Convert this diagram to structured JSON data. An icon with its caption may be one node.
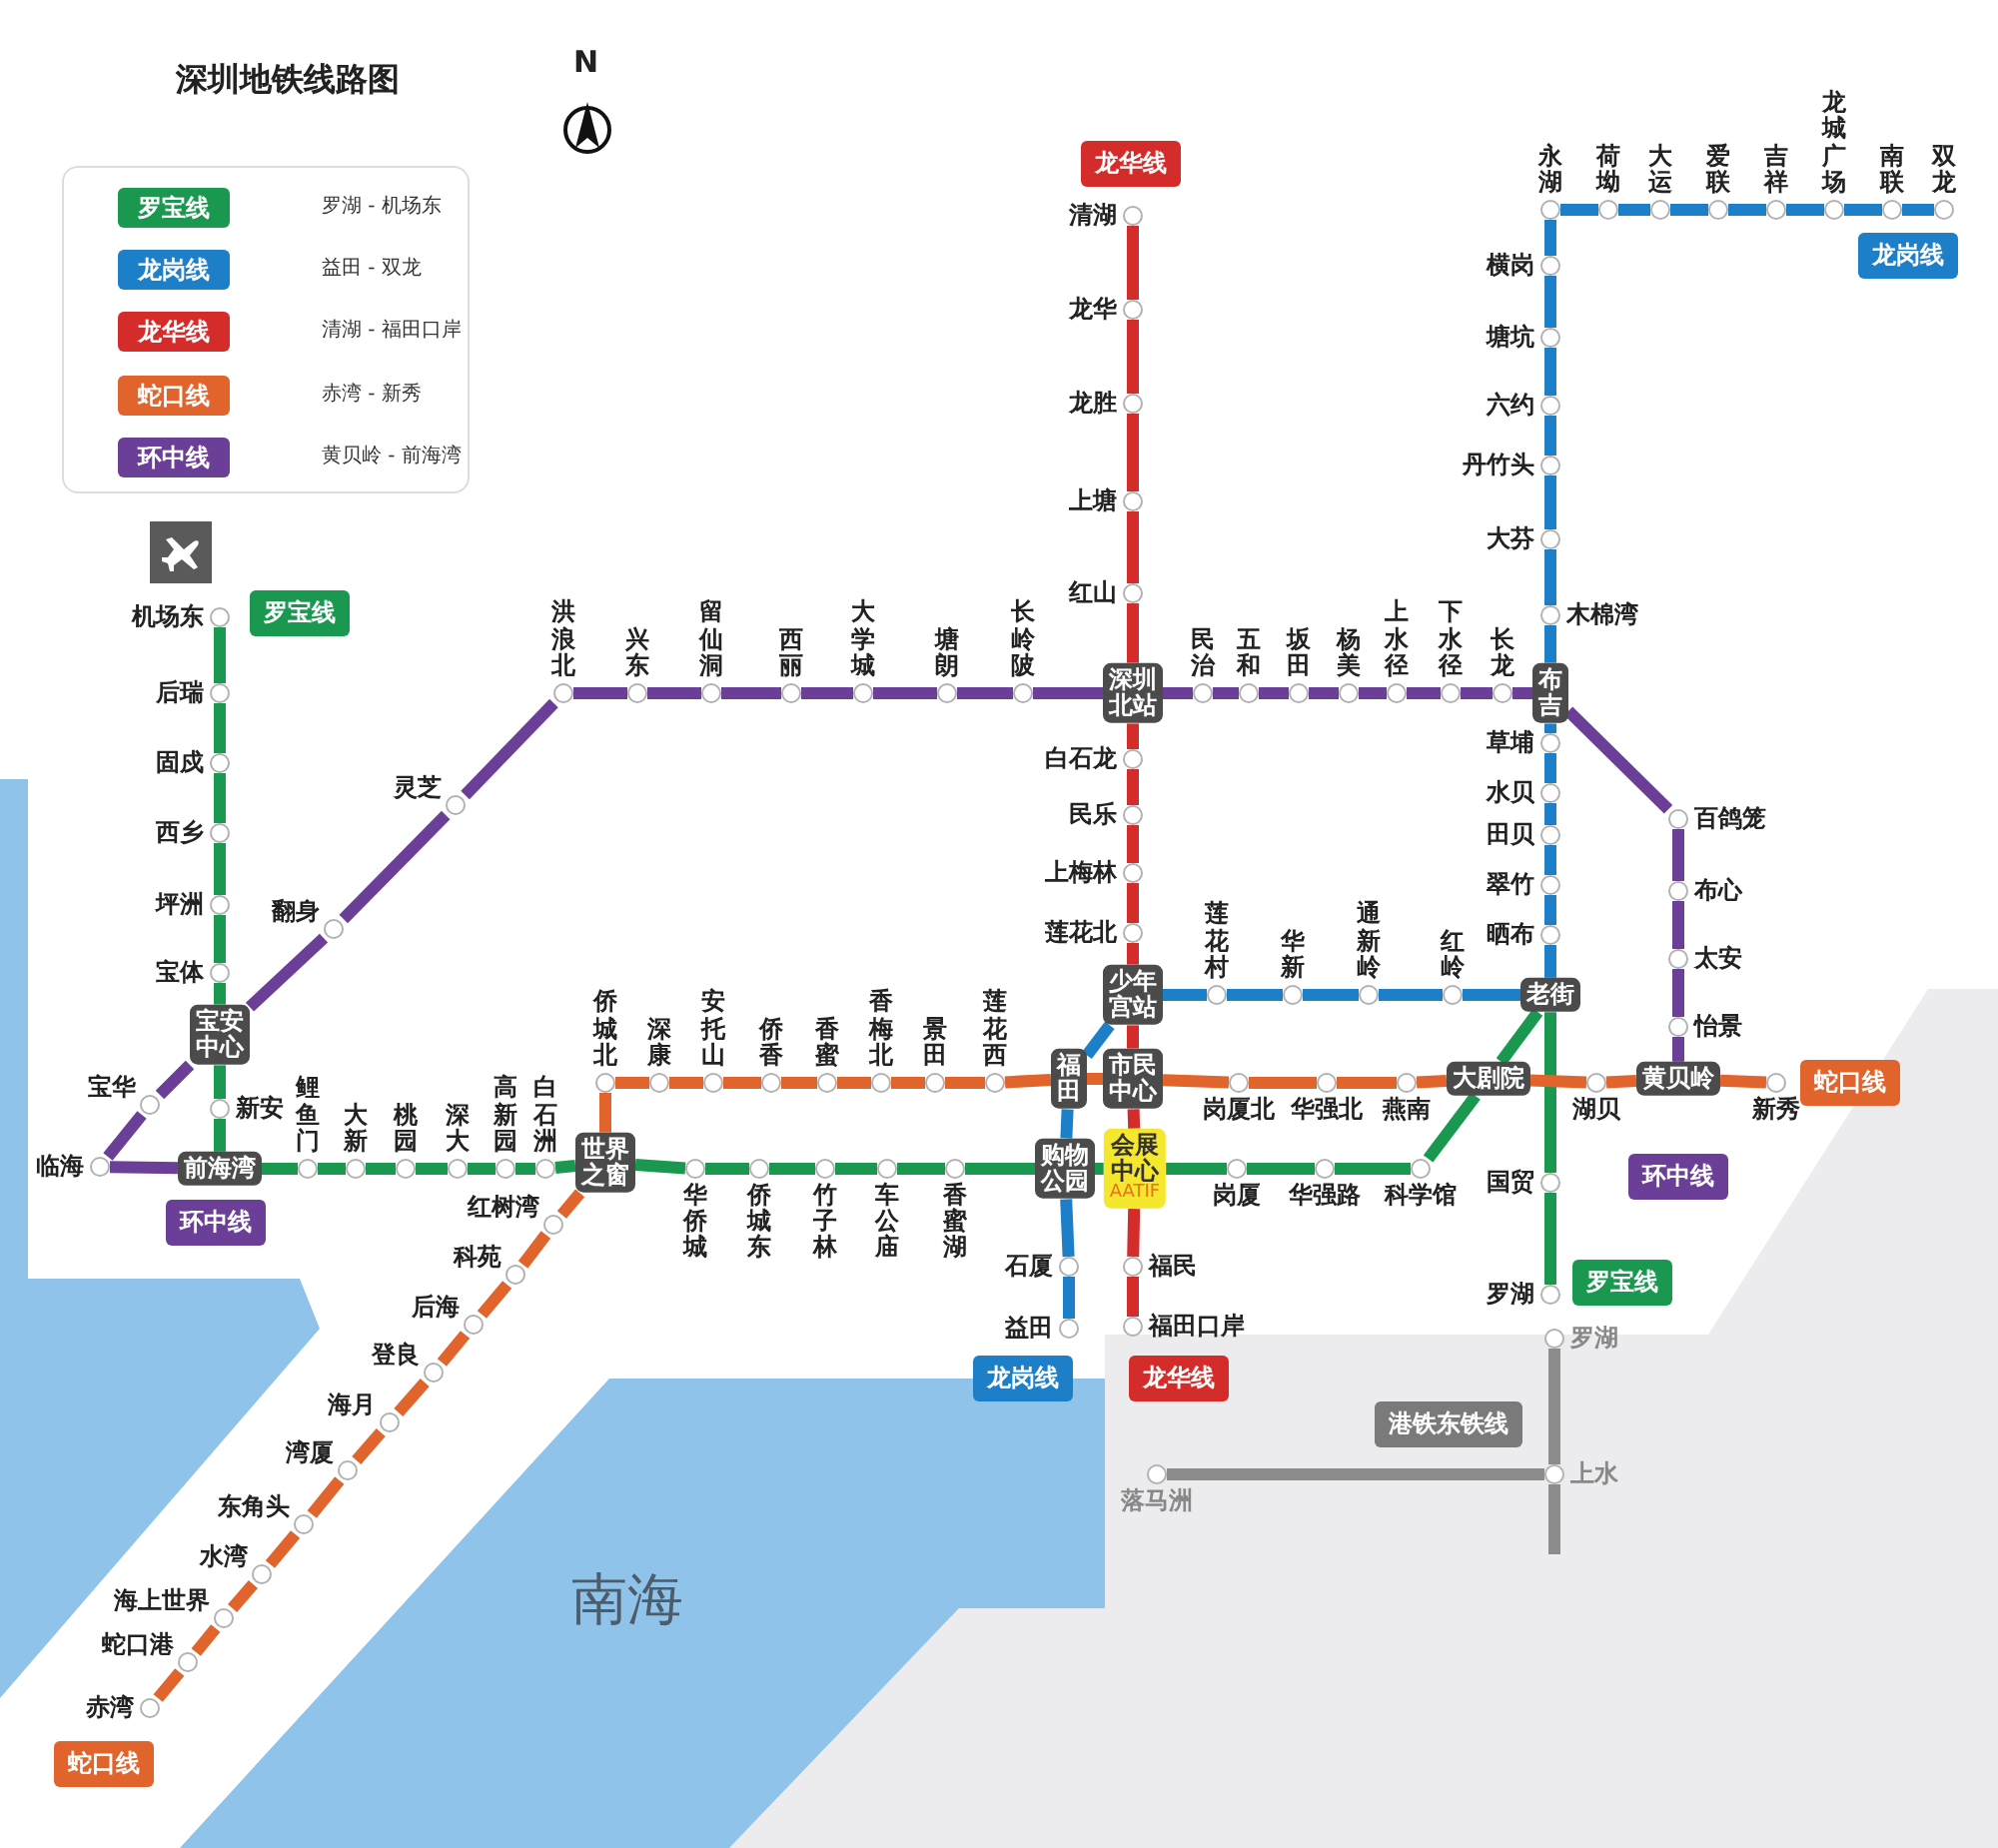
{
  "diagram": {
    "title": "深圳地铁线路图",
    "nodes": [
      {
        "text": [
          "机场东"
        ]
      },
      {
        "text": [
          "后瑞"
        ]
      },
      {
        "text": [
          "固戍"
        ]
      },
      {
        "text": [
          "西乡"
        ]
      },
      {
        "text": [
          "坪洲"
        ]
      },
      {
        "text": [
          "宝体"
        ]
      },
      {
        "text": [
          "宝安中心"
        ]
      },
      {
        "text": [
          "新安"
        ]
      },
      {
        "text": [
          "前海湾"
        ]
      },
      {
        "text": [
          "鲤鱼门"
        ]
      },
      {
        "text": [
          "大新"
        ]
      },
      {
        "text": [
          "桃园"
        ]
      },
      {
        "text": [
          "深大"
        ]
      },
      {
        "text": [
          "高新园"
        ]
      },
      {
        "text": [
          "白石洲"
        ]
      },
      {
        "text": [
          "世界之窗"
        ]
      },
      {
        "text": [
          "华侨城"
        ]
      },
      {
        "text": [
          "侨城东"
        ]
      },
      {
        "text": [
          "竹子林"
        ]
      },
      {
        "text": [
          "车公庙"
        ]
      },
      {
        "text": [
          "香蜜湖"
        ]
      },
      {
        "text": [
          "购物公园"
        ]
      },
      {
        "text": [
          "会展中心",
          "AATIF"
        ]
      },
      {
        "text": [
          "岗厦"
        ]
      },
      {
        "text": [
          "华强路"
        ]
      },
      {
        "text": [
          "科学馆"
        ]
      },
      {
        "text": [
          "大剧院"
        ]
      },
      {
        "text": [
          "老街"
        ]
      },
      {
        "text": [
          "国贸"
        ]
      },
      {
        "text": [
          "罗湖"
        ]
      },
      {
        "text": [
          "永湖"
        ]
      },
      {
        "text": [
          "荷坳"
        ]
      },
      {
        "text": [
          "大运"
        ]
      },
      {
        "text": [
          "爱联"
        ]
      },
      {
        "text": [
          "吉祥"
        ]
      },
      {
        "text": [
          "龙城广场"
        ]
      },
      {
        "text": [
          "南联"
        ]
      },
      {
        "text": [
          "双龙"
        ]
      },
      {
        "text": [
          "横岗"
        ]
      },
      {
        "text": [
          "塘坑"
        ]
      },
      {
        "text": [
          "六约"
        ]
      },
      {
        "text": [
          "丹竹头"
        ]
      },
      {
        "text": [
          "大芬"
        ]
      },
      {
        "text": [
          "木棉湾"
        ]
      },
      {
        "text": [
          "布吉"
        ]
      },
      {
        "text": [
          "草埔"
        ]
      },
      {
        "text": [
          "水贝"
        ]
      },
      {
        "text": [
          "田贝"
        ]
      },
      {
        "text": [
          "翠竹"
        ]
      },
      {
        "text": [
          "晒布"
        ]
      },
      {
        "text": [
          "红岭"
        ]
      },
      {
        "text": [
          "通新岭"
        ]
      },
      {
        "text": [
          "华新"
        ]
      },
      {
        "text": [
          "莲花村"
        ]
      },
      {
        "text": [
          "少年宫站"
        ]
      },
      {
        "text": [
          "福田"
        ]
      },
      {
        "text": [
          "石厦"
        ]
      },
      {
        "text": [
          "益田"
        ]
      },
      {
        "text": [
          "清湖"
        ]
      },
      {
        "text": [
          "龙华"
        ]
      },
      {
        "text": [
          "龙胜"
        ]
      },
      {
        "text": [
          "上塘"
        ]
      },
      {
        "text": [
          "红山"
        ]
      },
      {
        "text": [
          "深圳北站"
        ]
      },
      {
        "text": [
          "白石龙"
        ]
      },
      {
        "text": [
          "民乐"
        ]
      },
      {
        "text": [
          "上梅林"
        ]
      },
      {
        "text": [
          "莲花北"
        ]
      },
      {
        "text": [
          "市民中心"
        ]
      },
      {
        "text": [
          "福民"
        ]
      },
      {
        "text": [
          "福田口岸"
        ]
      },
      {
        "text": [
          "赤湾"
        ]
      },
      {
        "text": [
          "蛇口港"
        ]
      },
      {
        "text": [
          "海上世界"
        ]
      },
      {
        "text": [
          "水湾"
        ]
      },
      {
        "text": [
          "东角头"
        ]
      },
      {
        "text": [
          "湾厦"
        ]
      },
      {
        "text": [
          "海月"
        ]
      },
      {
        "text": [
          "登良"
        ]
      },
      {
        "text": [
          "后海"
        ]
      },
      {
        "text": [
          "科苑"
        ]
      },
      {
        "text": [
          "红树湾"
        ]
      },
      {
        "text": [
          "侨城北"
        ]
      },
      {
        "text": [
          "深康"
        ]
      },
      {
        "text": [
          "安托山"
        ]
      },
      {
        "text": [
          "侨香"
        ]
      },
      {
        "text": [
          "香蜜"
        ]
      },
      {
        "text": [
          "香梅北"
        ]
      },
      {
        "text": [
          "景田"
        ]
      },
      {
        "text": [
          "莲花西"
        ]
      },
      {
        "text": [
          "岗厦北"
        ]
      },
      {
        "text": [
          "华强北"
        ]
      },
      {
        "text": [
          "燕南"
        ]
      },
      {
        "text": [
          "湖贝"
        ]
      },
      {
        "text": [
          "黄贝岭"
        ]
      },
      {
        "text": [
          "新秀"
        ]
      },
      {
        "text": [
          "临海"
        ]
      },
      {
        "text": [
          "宝华"
        ]
      },
      {
        "text": [
          "翻身"
        ]
      },
      {
        "text": [
          "灵芝"
        ]
      },
      {
        "text": [
          "洪浪北"
        ]
      },
      {
        "text": [
          "兴东"
        ]
      },
      {
        "text": [
          "留仙洞"
        ]
      },
      {
        "text": [
          "西丽"
        ]
      },
      {
        "text": [
          "大学城"
        ]
      },
      {
        "text": [
          "塘朗"
        ]
      },
      {
        "text": [
          "长岭陂"
        ]
      },
      {
        "text": [
          "民治"
        ]
      },
      {
        "text": [
          "五和"
        ]
      },
      {
        "text": [
          "坂田"
        ]
      },
      {
        "text": [
          "杨美"
        ]
      },
      {
        "text": [
          "上水径"
        ]
      },
      {
        "text": [
          "下水径"
        ]
      },
      {
        "text": [
          "长龙"
        ]
      },
      {
        "text": [
          "百鸽笼"
        ]
      },
      {
        "text": [
          "布心"
        ]
      },
      {
        "text": [
          "太安"
        ]
      },
      {
        "text": [
          "怡景"
        ]
      },
      {
        "text": [
          "罗湖"
        ]
      },
      {
        "text": [
          "上水"
        ]
      },
      {
        "text": [
          "落马洲"
        ]
      },
      {
        "text": [
          "罗宝线"
        ]
      },
      {
        "text": [
          "环中线"
        ]
      },
      {
        "text": [
          "蛇口线"
        ]
      },
      {
        "text": [
          "龙华线"
        ]
      },
      {
        "text": [
          "龙岗线"
        ]
      },
      {
        "text": [
          "龙岗线"
        ]
      },
      {
        "text": [
          "龙华线"
        ]
      },
      {
        "text": [
          "港铁东铁线"
        ]
      },
      {
        "text": [
          "罗宝线"
        ]
      },
      {
        "text": [
          "环中线"
        ]
      },
      {
        "text": [
          "蛇口线"
        ]
      }
    ],
    "edges": [
      {
        "from": 0,
        "to": 1,
        "arrow": "none",
        "color": "#1a9850"
      },
      {
        "from": 1,
        "to": 2,
        "arrow": "none",
        "color": "#1a9850"
      },
      {
        "from": 2,
        "to": 3,
        "arrow": "none",
        "color": "#1a9850"
      },
      {
        "from": 3,
        "to": 4,
        "arrow": "none",
        "color": "#1a9850"
      },
      {
        "from": 4,
        "to": 5,
        "arrow": "none",
        "color": "#1a9850"
      },
      {
        "from": 5,
        "to": 6,
        "arrow": "none",
        "color": "#1a9850"
      },
      {
        "from": 6,
        "to": 7,
        "arrow": "none",
        "color": "#1a9850"
      },
      {
        "from": 7,
        "to": 8,
        "arrow": "none",
        "color": "#1a9850"
      },
      {
        "from": 8,
        "to": 9,
        "arrow": "none",
        "color": "#1a9850"
      },
      {
        "from": 9,
        "to": 10,
        "arrow": "none",
        "color": "#1a9850"
      },
      {
        "from": 10,
        "to": 11,
        "arrow": "none",
        "color": "#1a9850"
      },
      {
        "from": 11,
        "to": 12,
        "arrow": "none",
        "color": "#1a9850"
      },
      {
        "from": 12,
        "to": 13,
        "arrow": "none",
        "color": "#1a9850"
      },
      {
        "from": 13,
        "to": 14,
        "arrow": "none",
        "color": "#1a9850"
      },
      {
        "from": 14,
        "to": 15,
        "arrow": "none",
        "color": "#1a9850"
      },
      {
        "from": 15,
        "to": 16,
        "arrow": "none",
        "color": "#1a9850"
      },
      {
        "from": 16,
        "to": 17,
        "arrow": "none",
        "color": "#1a9850"
      },
      {
        "from": 17,
        "to": 18,
        "arrow": "none",
        "color": "#1a9850"
      },
      {
        "from": 18,
        "to": 19,
        "arrow": "none",
        "color": "#1a9850"
      },
      {
        "from": 19,
        "to": 20,
        "arrow": "none",
        "color": "#1a9850"
      },
      {
        "from": 20,
        "to": 21,
        "arrow": "none",
        "color": "#1a9850"
      },
      {
        "from": 21,
        "to": 22,
        "arrow": "none",
        "color": "#1a9850"
      },
      {
        "from": 22,
        "to": 23,
        "arrow": "none",
        "color": "#1a9850"
      },
      {
        "from": 23,
        "to": 24,
        "arrow": "none",
        "color": "#1a9850"
      },
      {
        "from": 24,
        "to": 25,
        "arrow": "none",
        "color": "#1a9850"
      },
      {
        "from": 25,
        "to": 26,
        "arrow": "none",
        "color": "#1a9850"
      },
      {
        "from": 26,
        "to": 27,
        "arrow": "none",
        "color": "#1a9850"
      },
      {
        "from": 27,
        "to": 28,
        "arrow": "none",
        "color": "#1a9850"
      },
      {
        "from": 28,
        "to": 29,
        "arrow": "none",
        "color": "#1a9850"
      },
      {
        "from": 37,
        "to": 36,
        "arrow": "none",
        "color": "#1e7fc9"
      },
      {
        "from": 36,
        "to": 35,
        "arrow": "none",
        "color": "#1e7fc9"
      },
      {
        "from": 35,
        "to": 34,
        "arrow": "none",
        "color": "#1e7fc9"
      },
      {
        "from": 34,
        "to": 33,
        "arrow": "none",
        "color": "#1e7fc9"
      },
      {
        "from": 33,
        "to": 32,
        "arrow": "none",
        "color": "#1e7fc9"
      },
      {
        "from": 32,
        "to": 31,
        "arrow": "none",
        "color": "#1e7fc9"
      },
      {
        "from": 31,
        "to": 30,
        "arrow": "none",
        "color": "#1e7fc9"
      },
      {
        "from": 30,
        "to": 38,
        "arrow": "none",
        "color": "#1e7fc9"
      },
      {
        "from": 38,
        "to": 39,
        "arrow": "none",
        "color": "#1e7fc9"
      },
      {
        "from": 39,
        "to": 40,
        "arrow": "none",
        "color": "#1e7fc9"
      },
      {
        "from": 40,
        "to": 41,
        "arrow": "none",
        "color": "#1e7fc9"
      },
      {
        "from": 41,
        "to": 42,
        "arrow": "none",
        "color": "#1e7fc9"
      },
      {
        "from": 42,
        "to": 43,
        "arrow": "none",
        "color": "#1e7fc9"
      },
      {
        "from": 43,
        "to": 44,
        "arrow": "none",
        "color": "#1e7fc9"
      },
      {
        "from": 44,
        "to": 45,
        "arrow": "none",
        "color": "#1e7fc9"
      },
      {
        "from": 45,
        "to": 46,
        "arrow": "none",
        "color": "#1e7fc9"
      },
      {
        "from": 46,
        "to": 47,
        "arrow": "none",
        "color": "#1e7fc9"
      },
      {
        "from": 47,
        "to": 48,
        "arrow": "none",
        "color": "#1e7fc9"
      },
      {
        "from": 48,
        "to": 49,
        "arrow": "none",
        "color": "#1e7fc9"
      },
      {
        "from": 49,
        "to": 27,
        "arrow": "none",
        "color": "#1e7fc9"
      },
      {
        "from": 27,
        "to": 50,
        "arrow": "none",
        "color": "#1e7fc9"
      },
      {
        "from": 50,
        "to": 51,
        "arrow": "none",
        "color": "#1e7fc9"
      },
      {
        "from": 51,
        "to": 52,
        "arrow": "none",
        "color": "#1e7fc9"
      },
      {
        "from": 52,
        "to": 53,
        "arrow": "none",
        "color": "#1e7fc9"
      },
      {
        "from": 53,
        "to": 54,
        "arrow": "none",
        "color": "#1e7fc9"
      },
      {
        "from": 54,
        "to": 55,
        "arrow": "none",
        "color": "#1e7fc9"
      },
      {
        "from": 55,
        "to": 21,
        "arrow": "none",
        "color": "#1e7fc9"
      },
      {
        "from": 21,
        "to": 56,
        "arrow": "none",
        "color": "#1e7fc9"
      },
      {
        "from": 56,
        "to": 57,
        "arrow": "none",
        "color": "#1e7fc9"
      },
      {
        "from": 58,
        "to": 59,
        "arrow": "none",
        "color": "#d42b2b"
      },
      {
        "from": 59,
        "to": 60,
        "arrow": "none",
        "color": "#d42b2b"
      },
      {
        "from": 60,
        "to": 61,
        "arrow": "none",
        "color": "#d42b2b"
      },
      {
        "from": 61,
        "to": 62,
        "arrow": "none",
        "color": "#d42b2b"
      },
      {
        "from": 62,
        "to": 63,
        "arrow": "none",
        "color": "#d42b2b"
      },
      {
        "from": 63,
        "to": 64,
        "arrow": "none",
        "color": "#d42b2b"
      },
      {
        "from": 64,
        "to": 65,
        "arrow": "none",
        "color": "#d42b2b"
      },
      {
        "from": 65,
        "to": 66,
        "arrow": "none",
        "color": "#d42b2b"
      },
      {
        "from": 66,
        "to": 67,
        "arrow": "none",
        "color": "#d42b2b"
      },
      {
        "from": 67,
        "to": 54,
        "arrow": "none",
        "color": "#d42b2b"
      },
      {
        "from": 54,
        "to": 68,
        "arrow": "none",
        "color": "#d42b2b"
      },
      {
        "from": 68,
        "to": 22,
        "arrow": "none",
        "color": "#d42b2b"
      },
      {
        "from": 22,
        "to": 69,
        "arrow": "none",
        "color": "#d42b2b"
      },
      {
        "from": 69,
        "to": 70,
        "arrow": "none",
        "color": "#d42b2b"
      },
      {
        "from": 71,
        "to": 72,
        "arrow": "none",
        "color": "#e0642b"
      },
      {
        "from": 72,
        "to": 73,
        "arrow": "none",
        "color": "#e0642b"
      },
      {
        "from": 73,
        "to": 74,
        "arrow": "none",
        "color": "#e0642b"
      },
      {
        "from": 74,
        "to": 75,
        "arrow": "none",
        "color": "#e0642b"
      },
      {
        "from": 75,
        "to": 76,
        "arrow": "none",
        "color": "#e0642b"
      },
      {
        "from": 76,
        "to": 77,
        "arrow": "none",
        "color": "#e0642b"
      },
      {
        "from": 77,
        "to": 78,
        "arrow": "none",
        "color": "#e0642b"
      },
      {
        "from": 78,
        "to": 79,
        "arrow": "none",
        "color": "#e0642b"
      },
      {
        "from": 79,
        "to": 80,
        "arrow": "none",
        "color": "#e0642b"
      },
      {
        "from": 80,
        "to": 81,
        "arrow": "none",
        "color": "#e0642b"
      },
      {
        "from": 81,
        "to": 15,
        "arrow": "none",
        "color": "#e0642b"
      },
      {
        "from": 15,
        "to": 82,
        "arrow": "none",
        "color": "#e0642b"
      },
      {
        "from": 82,
        "to": 83,
        "arrow": "none",
        "color": "#e0642b"
      },
      {
        "from": 83,
        "to": 84,
        "arrow": "none",
        "color": "#e0642b"
      },
      {
        "from": 84,
        "to": 85,
        "arrow": "none",
        "color": "#e0642b"
      },
      {
        "from": 85,
        "to": 86,
        "arrow": "none",
        "color": "#e0642b"
      },
      {
        "from": 86,
        "to": 87,
        "arrow": "none",
        "color": "#e0642b"
      },
      {
        "from": 87,
        "to": 88,
        "arrow": "none",
        "color": "#e0642b"
      },
      {
        "from": 88,
        "to": 89,
        "arrow": "none",
        "color": "#e0642b"
      },
      {
        "from": 89,
        "to": 55,
        "arrow": "none",
        "color": "#e0642b"
      },
      {
        "from": 55,
        "to": 68,
        "arrow": "none",
        "color": "#e0642b"
      },
      {
        "from": 68,
        "to": 90,
        "arrow": "none",
        "color": "#e0642b"
      },
      {
        "from": 90,
        "to": 91,
        "arrow": "none",
        "color": "#e0642b"
      },
      {
        "from": 91,
        "to": 92,
        "arrow": "none",
        "color": "#e0642b"
      },
      {
        "from": 92,
        "to": 26,
        "arrow": "none",
        "color": "#e0642b"
      },
      {
        "from": 26,
        "to": 93,
        "arrow": "none",
        "color": "#e0642b"
      },
      {
        "from": 93,
        "to": 94,
        "arrow": "none",
        "color": "#e0642b"
      },
      {
        "from": 94,
        "to": 95,
        "arrow": "none",
        "color": "#e0642b"
      },
      {
        "from": 96,
        "to": 8,
        "arrow": "none",
        "color": "#6b3e97"
      },
      {
        "from": 96,
        "to": 97,
        "arrow": "none",
        "color": "#6b3e97"
      },
      {
        "from": 97,
        "to": 6,
        "arrow": "none",
        "color": "#6b3e97"
      },
      {
        "from": 6,
        "to": 98,
        "arrow": "none",
        "color": "#6b3e97"
      },
      {
        "from": 98,
        "to": 99,
        "arrow": "none",
        "color": "#6b3e97"
      },
      {
        "from": 99,
        "to": 100,
        "arrow": "none",
        "color": "#6b3e97"
      },
      {
        "from": 100,
        "to": 101,
        "arrow": "none",
        "color": "#6b3e97"
      },
      {
        "from": 101,
        "to": 102,
        "arrow": "none",
        "color": "#6b3e97"
      },
      {
        "from": 102,
        "to": 103,
        "arrow": "none",
        "color": "#6b3e97"
      },
      {
        "from": 103,
        "to": 104,
        "arrow": "none",
        "color": "#6b3e97"
      },
      {
        "from": 104,
        "to": 105,
        "arrow": "none",
        "color": "#6b3e97"
      },
      {
        "from": 105,
        "to": 106,
        "arrow": "none",
        "color": "#6b3e97"
      },
      {
        "from": 106,
        "to": 63,
        "arrow": "none",
        "color": "#6b3e97"
      },
      {
        "from": 63,
        "to": 107,
        "arrow": "none",
        "color": "#6b3e97"
      },
      {
        "from": 107,
        "to": 108,
        "arrow": "none",
        "color": "#6b3e97"
      },
      {
        "from": 108,
        "to": 109,
        "arrow": "none",
        "color": "#6b3e97"
      },
      {
        "from": 109,
        "to": 110,
        "arrow": "none",
        "color": "#6b3e97"
      },
      {
        "from": 110,
        "to": 111,
        "arrow": "none",
        "color": "#6b3e97"
      },
      {
        "from": 111,
        "to": 112,
        "arrow": "none",
        "color": "#6b3e97"
      },
      {
        "from": 112,
        "to": 113,
        "arrow": "none",
        "color": "#6b3e97"
      },
      {
        "from": 113,
        "to": 44,
        "arrow": "none",
        "color": "#6b3e97"
      },
      {
        "from": 44,
        "to": 114,
        "arrow": "none",
        "color": "#6b3e97"
      },
      {
        "from": 114,
        "to": 115,
        "arrow": "none",
        "color": "#6b3e97"
      },
      {
        "from": 115,
        "to": 116,
        "arrow": "none",
        "color": "#6b3e97"
      },
      {
        "from": 116,
        "to": 117,
        "arrow": "none",
        "color": "#6b3e97"
      },
      {
        "from": 117,
        "to": 94,
        "arrow": "none",
        "color": "#6b3e97"
      },
      {
        "from": 118,
        "to": 119,
        "arrow": "none",
        "color": "#8c8c8c"
      },
      {
        "from": 119,
        "to": 120,
        "arrow": "none",
        "color": "#8c8c8c"
      },
      {
        "from": 119,
        "to": null,
        "arrow": "none",
        "color": "#8c8c8c"
      }
    ],
    "labels": [
      "N",
      "罗湖 - 机场东",
      "益田 - 双龙",
      "清湖 - 福田口岸",
      "赤湾 - 新秀",
      "黄贝岭 - 前海湾",
      "南海"
    ],
    "legend": [
      {
        "text": "罗宝线",
        "color": "#1a9850"
      },
      {
        "text": "龙岗线",
        "color": "#1e7fc9"
      },
      {
        "text": "龙华线",
        "color": "#d42b2b"
      },
      {
        "text": "蛇口线",
        "color": "#e0642b"
      },
      {
        "text": "环中线",
        "color": "#6b3e97"
      }
    ]
  }
}
